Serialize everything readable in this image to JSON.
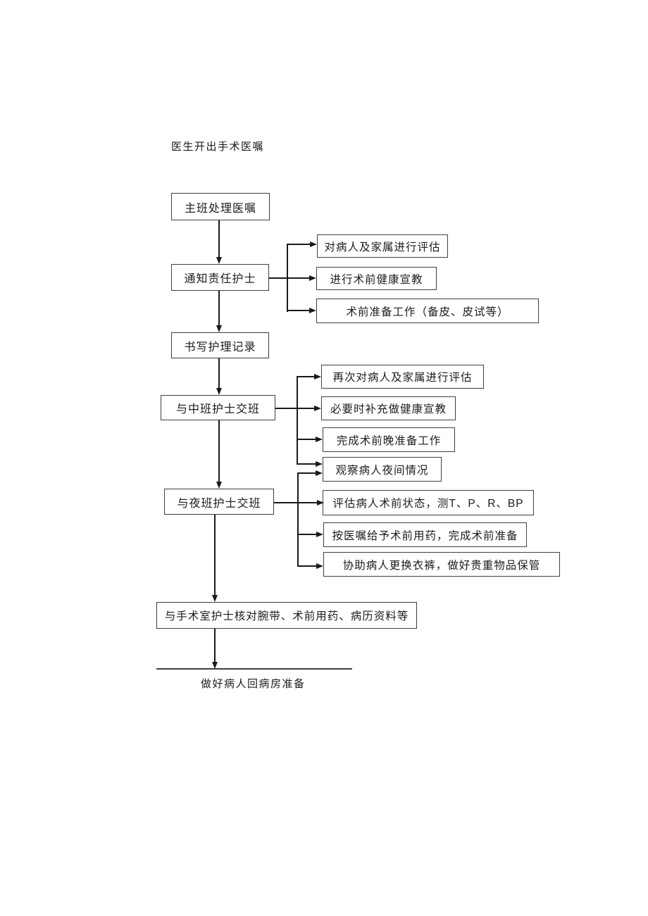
{
  "document": {
    "start_text": "医生开出手术医嘱",
    "end_text": "做好病人回病房准备",
    "main_flow": [
      {
        "label": "主班处理医嘱"
      },
      {
        "label": "通知责任护士"
      },
      {
        "label": "书写护理记录"
      },
      {
        "label": "与中班护士交班"
      },
      {
        "label": "与夜班护士交班"
      },
      {
        "label": "与手术室护士核对腕带、术前用药、病历资料等"
      }
    ],
    "notify_branch": [
      {
        "label": "对病人及家属进行评估"
      },
      {
        "label": "进行术前健康宣教"
      },
      {
        "label": "术前准备工作（备皮、皮试等）"
      }
    ],
    "mid_shift_branch": [
      {
        "label": "再次对病人及家属进行评估"
      },
      {
        "label": "必要时补充做健康宣教"
      },
      {
        "label": "完成术前晚准备工作"
      },
      {
        "label": "观察病人夜间情况"
      }
    ],
    "night_shift_branch": [
      {
        "label": "评估病人术前状态，测T、P、R、BP"
      },
      {
        "label": "按医嘱给予术前用药，完成术前准备"
      },
      {
        "label": "协助病人更换衣裤，做好贵重物品保管"
      }
    ],
    "colors": {
      "line": "#1a1a1a",
      "box_border": "#3f3f3f",
      "text": "#1c1c1c",
      "page_background": "#ffffff"
    }
  }
}
